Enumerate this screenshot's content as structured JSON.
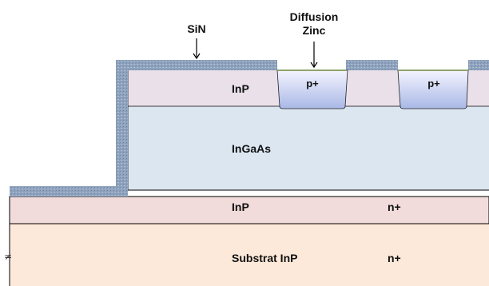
{
  "annotations": {
    "sin": "SiN",
    "diffusion_line1": "Diffusion",
    "diffusion_line2": "Zinc"
  },
  "layers": {
    "inp_top": "InP",
    "ingaas": "InGaAs",
    "inp_bottom": "InP",
    "inp_bottom_doping": "n+",
    "substrate": "Substrat InP",
    "substrate_doping": "n+"
  },
  "wells": {
    "left": "p+",
    "right": "p+"
  },
  "break_mark": "≠",
  "colors": {
    "sin_coating": "#8fa3be",
    "inp_top": "#e9e0ea",
    "ingaas": "#dce6f0",
    "inp_bottom": "#f2dcdb",
    "substrate": "#fde9d9",
    "p_plus_top": "#f4f4ff",
    "p_plus_bottom": "#a9b8e6"
  }
}
